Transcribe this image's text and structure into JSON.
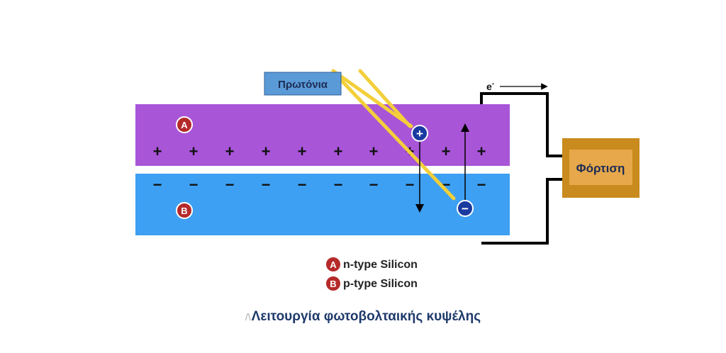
{
  "diagram": {
    "photon_label": "Πρωτόνια",
    "load_label": "Φόρτιση",
    "electron_label": "e",
    "electron_sup": "-",
    "layer_a_marker": "A",
    "layer_b_marker": "B",
    "plus_sign": "+",
    "minus_sign": "−",
    "hole_symbol": "+",
    "electron_symbol": "−",
    "legend": [
      {
        "marker": "A",
        "text": "n-type Silicon"
      },
      {
        "marker": "B",
        "text": "p-type Silicon"
      }
    ],
    "caption_prefix": "/\\",
    "caption": "Λειτουργία φωτοβολταικής κυψέλης",
    "colors": {
      "n_layer": "#a855d8",
      "p_layer": "#3ea0f2",
      "photon": "#f3cf3a",
      "marker": "#b52a2a",
      "hole": "#1a3aa0",
      "load_outer": "#c98a1e",
      "load_inner": "#e6a84a",
      "label_box": "#5a9ad6"
    }
  }
}
